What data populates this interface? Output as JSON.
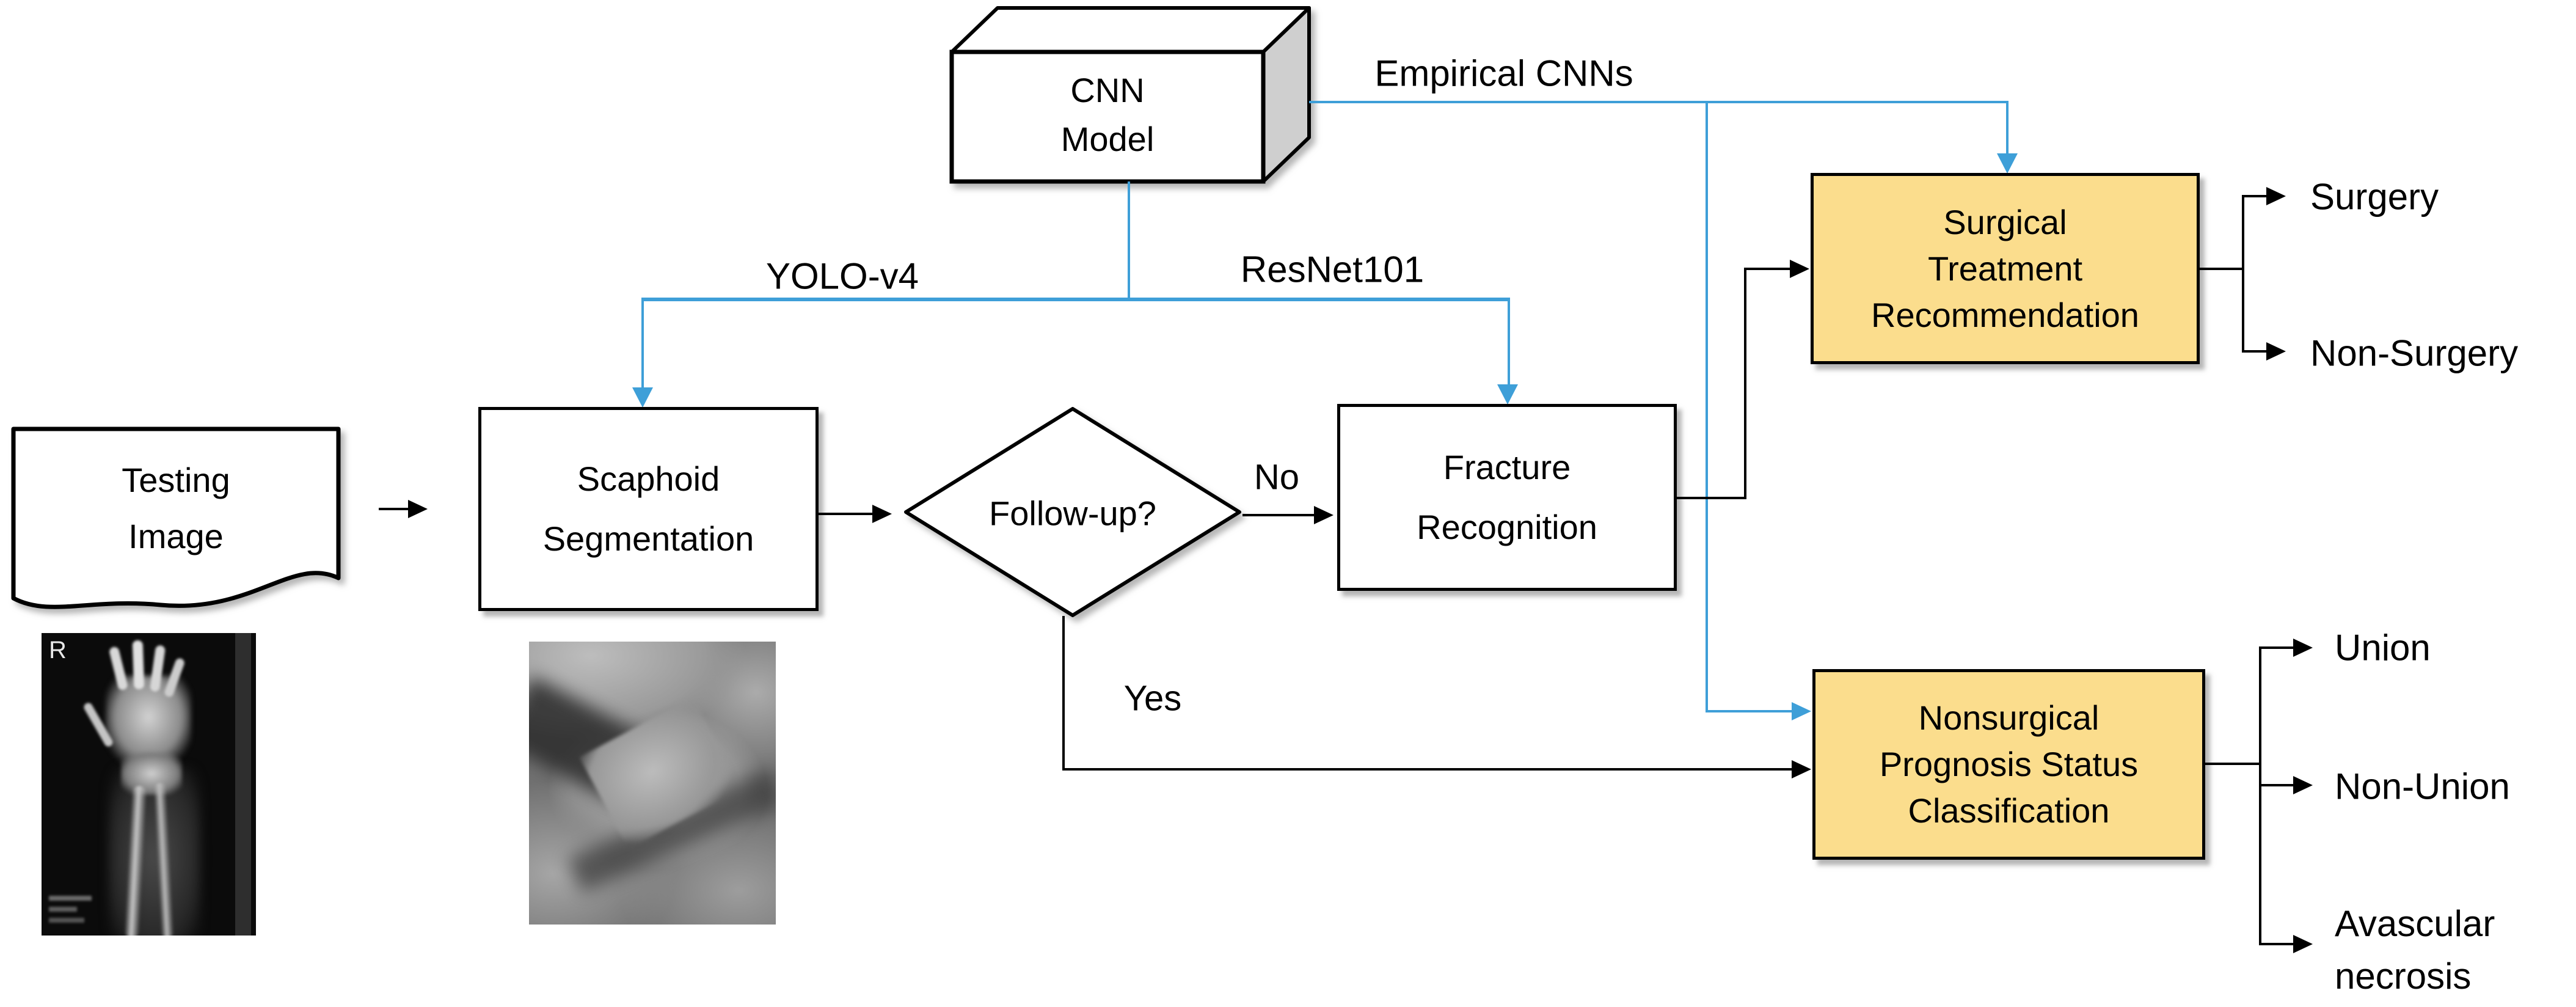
{
  "colors": {
    "accent_blue": "#3E9FD8",
    "node_fill_yellow": "#FBDD8D",
    "box_side_gray": "#CFCFCF",
    "line_black": "#000000"
  },
  "nodes": {
    "cnn_model": {
      "lines": [
        "CNN",
        "Model"
      ]
    },
    "testing_image": {
      "lines": [
        "Testing",
        "Image"
      ]
    },
    "scaphoid_segmentation": {
      "lines": [
        "Scaphoid",
        "Segmentation"
      ]
    },
    "follow_up": {
      "label": "Follow-up?"
    },
    "fracture_recognition": {
      "lines": [
        "Fracture",
        "Recognition"
      ]
    },
    "surgical_treatment": {
      "lines": [
        "Surgical",
        "Treatment",
        "Recommendation"
      ]
    },
    "nonsurgical_prognosis": {
      "lines": [
        "Nonsurgical",
        "Prognosis Status",
        "Classification"
      ]
    }
  },
  "edge_labels": {
    "empirical_cnns": "Empirical CNNs",
    "yolo_v4": "YOLO-v4",
    "resnet101": "ResNet101",
    "no": "No",
    "yes": "Yes"
  },
  "outputs": {
    "surgery": "Surgery",
    "non_surgery": "Non-Surgery",
    "union": "Union",
    "non_union": "Non-Union",
    "avascular_necrosis_lines": [
      "Avascular",
      "necrosis"
    ]
  },
  "xray": {
    "marker": "R"
  }
}
